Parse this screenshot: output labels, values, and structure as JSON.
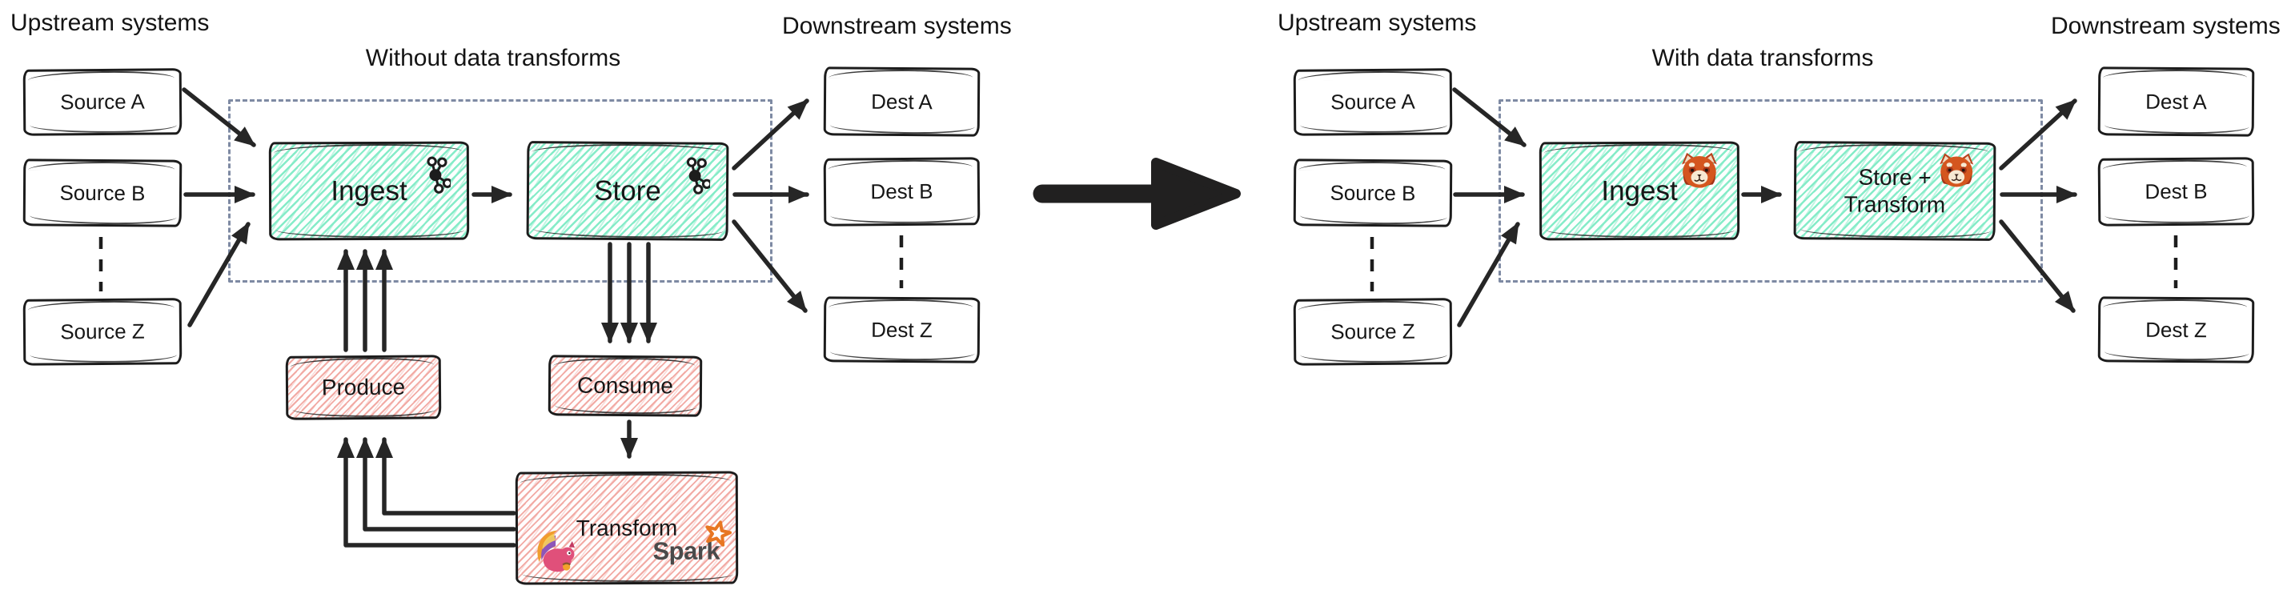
{
  "colors": {
    "box_border": "#1c1c1c",
    "teal_hatch": "#85ecc8",
    "pink_hatch": "#f2aaa4",
    "dashed_boundary": "#7e8aa3",
    "arrow": "#262626",
    "spark_orange": "#e87722",
    "spark_text_gray": "#4a4a4a",
    "redpanda_orange": "#d4561f",
    "flink_pink": "#e0507a",
    "flink_tail_orange": "#f09d2e",
    "flink_tail_purple": "#8e55b8"
  },
  "left": {
    "upstream_title": "Upstream systems",
    "pipeline_title": "Without data transforms",
    "downstream_title": "Downstream systems",
    "sources": [
      "Source A",
      "Source B",
      "Source Z"
    ],
    "dests": [
      "Dest A",
      "Dest B",
      "Dest Z"
    ],
    "ingest_label": "Ingest",
    "store_label": "Store",
    "produce_label": "Produce",
    "consume_label": "Consume",
    "transform_label": "Transform",
    "spark_text": "Spark",
    "icons": {
      "ingest": "kafka-logo",
      "store": "kafka-logo",
      "transform": [
        "flink-squirrel-logo",
        "spark-logo"
      ]
    }
  },
  "right": {
    "upstream_title": "Upstream systems",
    "pipeline_title": "With data transforms",
    "downstream_title": "Downstream systems",
    "sources": [
      "Source A",
      "Source B",
      "Source Z"
    ],
    "dests": [
      "Dest A",
      "Dest B",
      "Dest Z"
    ],
    "ingest_label": "Ingest",
    "store_transform_lines": [
      "Store +",
      "Transform"
    ],
    "icons": {
      "ingest": "redpanda-logo",
      "store_transform": "redpanda-logo"
    }
  }
}
